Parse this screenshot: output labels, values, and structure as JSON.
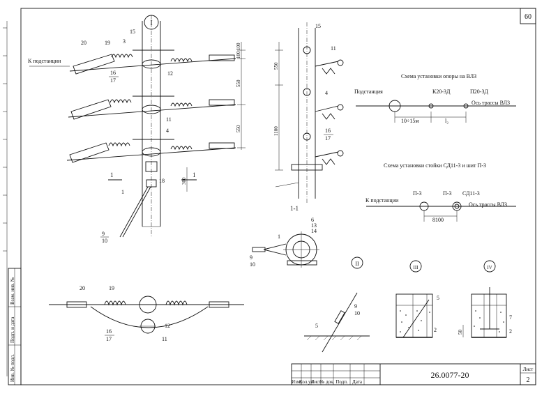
{
  "sheet": {
    "page_number": "60",
    "doc_code": "26.0077-20",
    "sheet_label": "Лист",
    "sheet_number": "2"
  },
  "title_block_headers": [
    "Изм.",
    "Кол.уч",
    "Лист",
    "№ док.",
    "Подп.",
    "Дата"
  ],
  "side_stamp": [
    "Инв. № подл.",
    "Подп. и дата",
    "Взам. инв. №"
  ],
  "callouts": {
    "main_view": {
      "view_marker": "I",
      "to_substation": "К подстанции",
      "items": [
        "15",
        "3",
        "19",
        "20",
        "16",
        "17",
        "12",
        "11",
        "4",
        "18",
        "1",
        "9",
        "10"
      ],
      "dims": [
        "100",
        "100",
        "550",
        "550",
        "300"
      ],
      "section_mark": "1"
    },
    "side_view": {
      "items": [
        "15",
        "11",
        "4",
        "16",
        "17"
      ],
      "dims": [
        "550",
        "1100"
      ]
    },
    "section": {
      "title": "1-1",
      "items": [
        "6",
        "13",
        "14",
        "1",
        "9",
        "10"
      ]
    },
    "plan_view": {
      "items": [
        "20",
        "19",
        "16",
        "17",
        "11",
        "12"
      ]
    },
    "detail_II": {
      "marker": "II",
      "items": [
        "9",
        "10",
        "5"
      ]
    },
    "detail_III": {
      "marker": "III",
      "items": [
        "5",
        "2"
      ]
    },
    "detail_IV": {
      "marker": "IV",
      "items": [
        "7",
        "2"
      ],
      "dims": [
        "50"
      ]
    }
  },
  "scheme_support": {
    "title": "Схема установки опоры на ВЛЗ",
    "substation": "Подстанция",
    "k20": "К20-3Д",
    "p20": "П20-3Д",
    "axis": "Ось трассы ВЛЗ",
    "dim1": "10÷15м",
    "dim2": "l₂"
  },
  "scheme_post": {
    "title": "Схема установки стойки СД11-3 и шит П-3",
    "to_substation": "К подстанции",
    "p3a": "П-3",
    "p3b": "П-3",
    "sd": "СД11-3",
    "axis": "Ось трассы ВЛЗ",
    "dim": "8100"
  }
}
